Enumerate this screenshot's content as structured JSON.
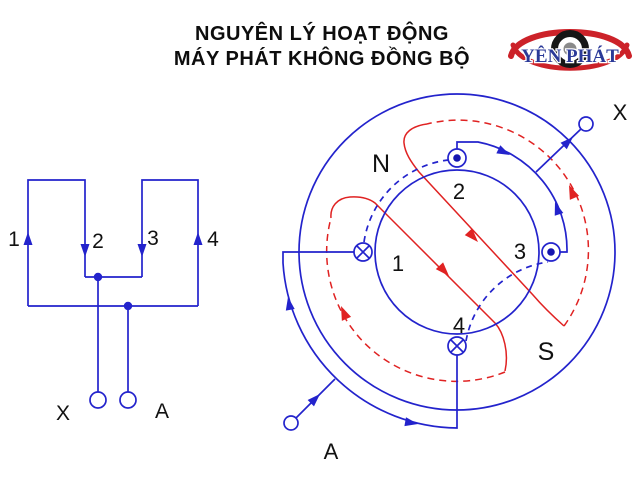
{
  "header": {
    "title_line1": "NGUYÊN LÝ HOẠT ĐỘNG",
    "title_line2": "MÁY PHÁT KHÔNG ĐỒNG BỘ",
    "logo": {
      "brand_text": "YÊN PHÁT"
    }
  },
  "colors": {
    "wire_blue": "#2323cc",
    "flux_red": "#e02222",
    "text_black": "#111111",
    "logo_blue": "#2b3a98",
    "logo_red": "#cc2229",
    "logo_gray": "#8a8a8a"
  },
  "winding_schematic": {
    "conductor_labels": [
      "1",
      "2",
      "3",
      "4"
    ],
    "terminal_x_label": "X",
    "terminal_a_label": "A"
  },
  "machine_diagram": {
    "pole_north_label": "N",
    "pole_south_label": "S",
    "conductor_labels": [
      "1",
      "2",
      "3",
      "4"
    ],
    "terminal_x_label": "X",
    "terminal_a_label": "A"
  }
}
